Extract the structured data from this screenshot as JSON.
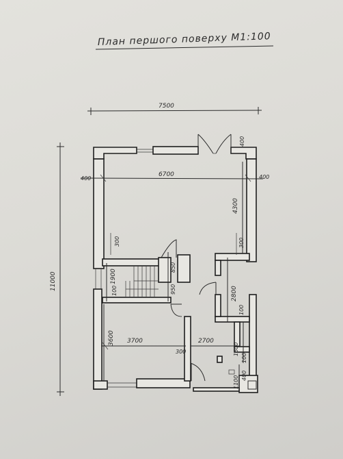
{
  "title": "План першого поверху М1:100",
  "dims": {
    "overall_width": "7500",
    "overall_height": "11000",
    "inner_width": "6700",
    "wall_left": "400",
    "wall_right": "400",
    "top_right_wall": "400",
    "living_depth": "4300",
    "stair_width": "1900",
    "stair_wall": "100",
    "hall_depth": "850",
    "hall_lower": "950",
    "left_300": "300",
    "right_300": "300",
    "closet": "2800",
    "closet_wall": "100",
    "room_depth": "3600",
    "room_width": "3700",
    "corridor_width": "2700",
    "partition": "300",
    "bath": "1600",
    "bath_wall": "100",
    "bottom_1100": "1100",
    "bottom_400": "400"
  },
  "colors": {
    "paper": "#dcdbd6",
    "ink": "#1e1e1e"
  }
}
